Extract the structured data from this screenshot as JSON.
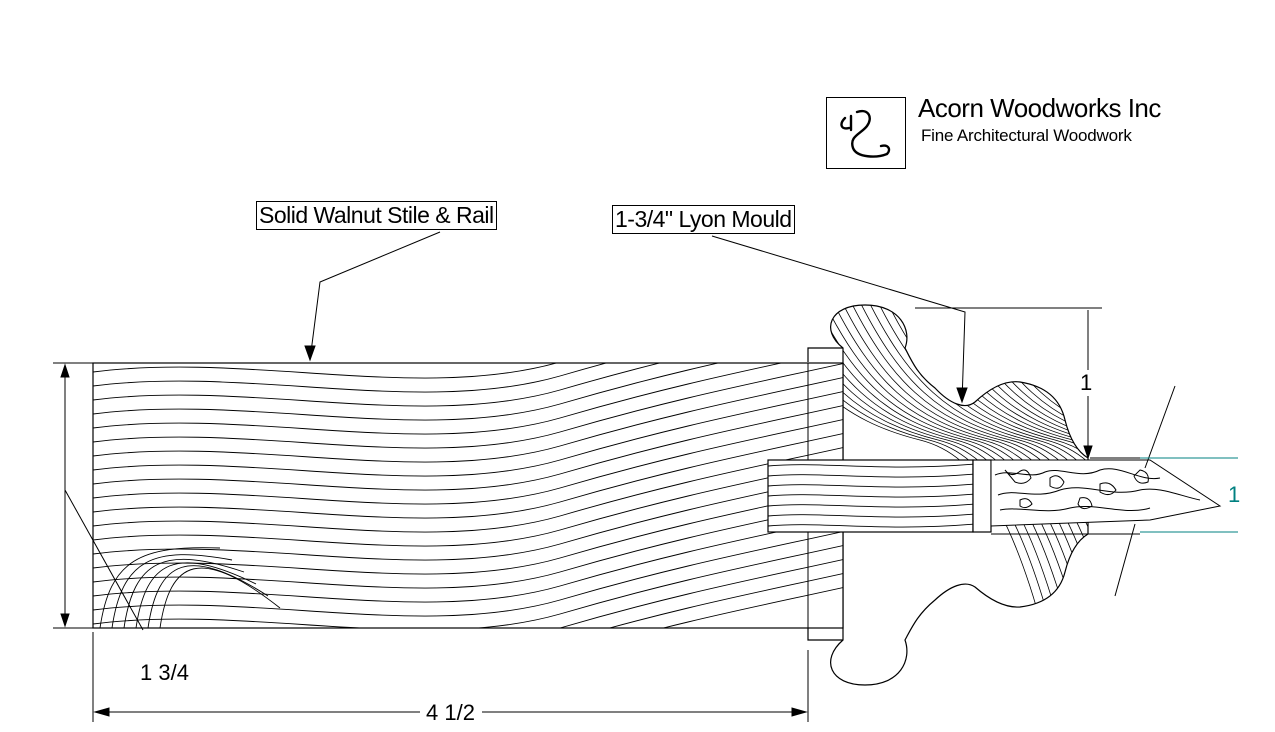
{
  "company": {
    "name": "Acorn Woodworks Inc",
    "tagline": "Fine Architectural Woodwork"
  },
  "callouts": {
    "stile_rail": "Solid Walnut Stile & Rail",
    "mould": "1-3/4\" Lyon Mould"
  },
  "dimensions": {
    "thickness": "1 3/4",
    "width": "4 1/2",
    "mould_height": "1",
    "panel_thickness": "1"
  }
}
